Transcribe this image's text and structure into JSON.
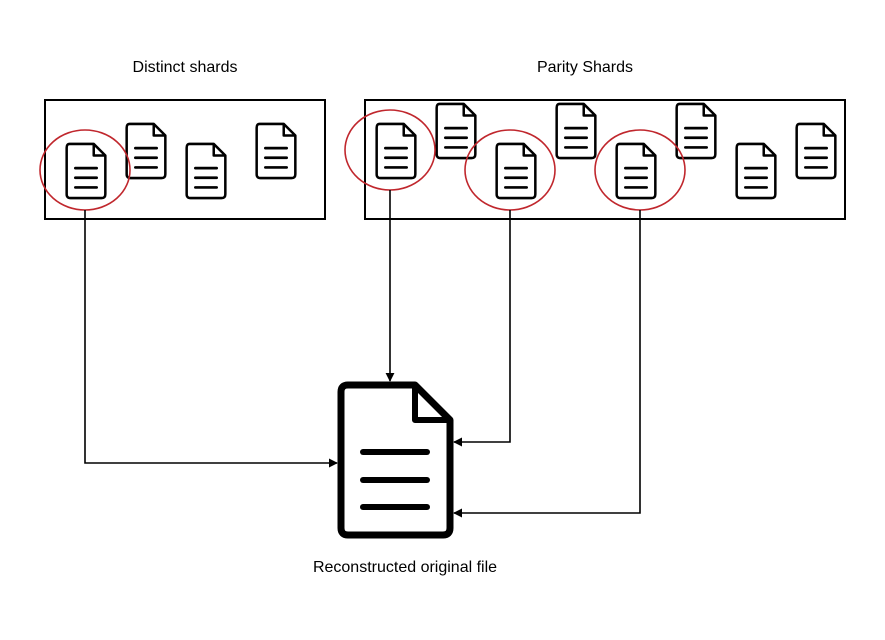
{
  "diagram": {
    "distinct_group": {
      "title": "Distinct shards",
      "shard_count": 4,
      "selected_count": 1
    },
    "parity_group": {
      "title": "Parity Shards",
      "shard_count": 8,
      "selected_count": 3
    },
    "output": {
      "label": "Reconstructed original file"
    },
    "colors": {
      "stroke": "#000000",
      "highlight": "#c0272d",
      "background": "#ffffff"
    }
  }
}
